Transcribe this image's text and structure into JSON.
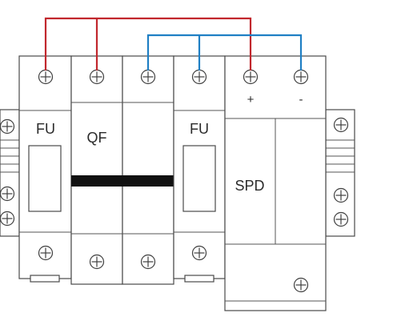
{
  "labels": {
    "fuse_left": "FU",
    "breaker": "QF",
    "fuse_right": "FU",
    "spd": "SPD",
    "positive": "+",
    "negative": "-"
  },
  "wires": {
    "positive": {
      "color": "#c1272d"
    },
    "negative": {
      "color": "#1f7fc4"
    }
  },
  "icons": {
    "terminal": "terminal-screw-icon",
    "mount": "mounting-screw-icon"
  }
}
